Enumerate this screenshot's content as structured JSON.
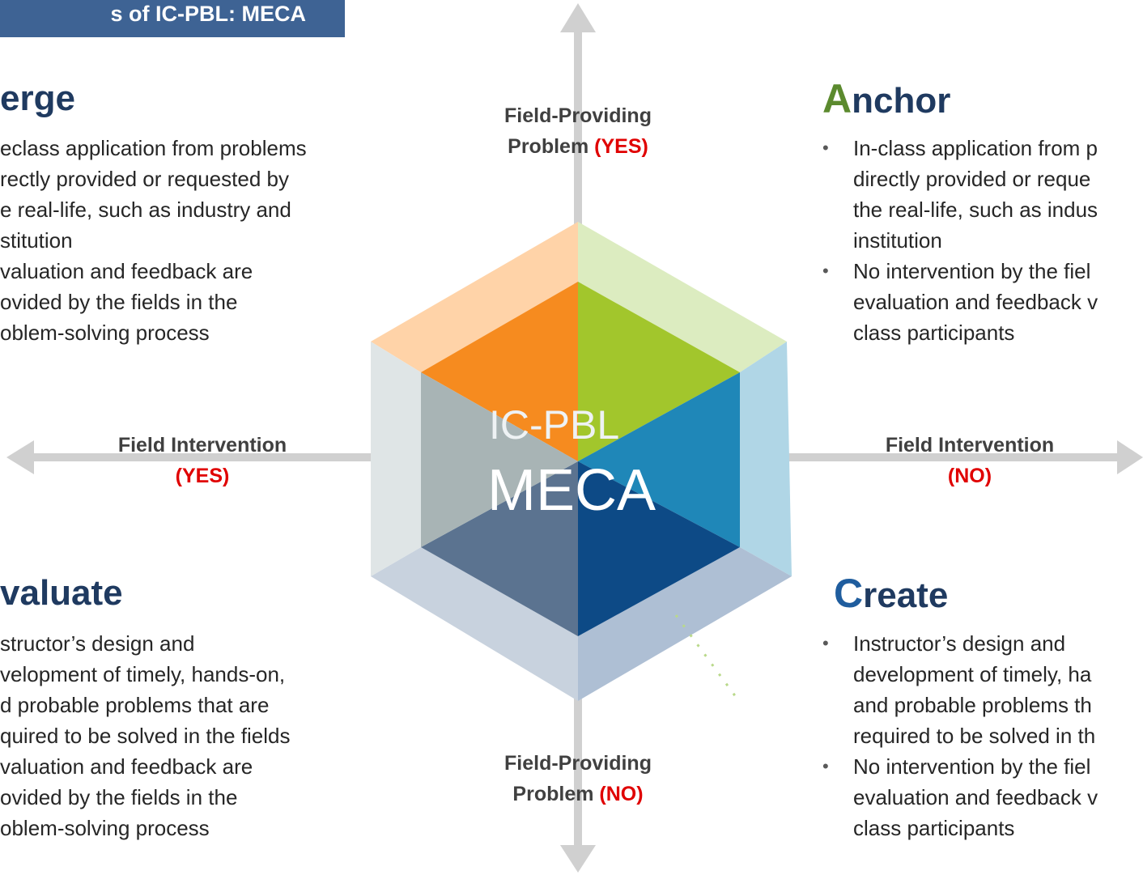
{
  "title": "s of IC-PBL: MECA",
  "center": {
    "line1": "IC-PBL",
    "line2": "MECA"
  },
  "axes": {
    "top": {
      "line1": "Field-Providing",
      "line2_prefix": "Problem ",
      "line2_highlight": "(YES)"
    },
    "bottom": {
      "line1": "Field-Providing",
      "line2_prefix": "Problem ",
      "line2_highlight": "(NO)"
    },
    "left": {
      "line1": "Field Intervention",
      "line2_highlight": "(YES)"
    },
    "right": {
      "line1": "Field Intervention",
      "line2_highlight": "(NO)"
    }
  },
  "quadrants": {
    "merge": {
      "heading": "erge",
      "lines": [
        "eclass application from problems",
        "rectly provided or requested by",
        "e real-life, such as industry and",
        "stitution",
        "valuation and feedback are",
        "ovided by the fields in the",
        "oblem-solving process"
      ]
    },
    "anchor": {
      "heading_first": "A",
      "heading_rest": "nchor",
      "bullets": [
        "In-class application from p\ndirectly provided or reque\nthe real-life, such as indus\ninstitution",
        "No intervention by the fiel\nevaluation and feedback v\nclass participants"
      ]
    },
    "evaluate": {
      "heading": "valuate",
      "lines": [
        "structor’s design and",
        "velopment of timely, hands-on,",
        "d probable problems that are",
        "quired to be solved in the fields",
        "valuation and feedback are",
        "ovided by the fields in the",
        "oblem-solving process"
      ]
    },
    "create": {
      "heading_first": "C",
      "heading_rest": "reate",
      "bullets": [
        "Instructor’s design and\ndevelopment of timely, ha\nand probable problems th\nrequired to be solved in th",
        "No intervention by the fiel\nevaluation and feedback v\nclass participants"
      ]
    }
  },
  "colors": {
    "title_bg": "#3e6394",
    "heading": "#1f3a60",
    "anchor_accent": "#5b8a2e",
    "create_accent": "#1f5d9e",
    "highlight": "#e00000",
    "axis": "#d0d0d0",
    "hex_orange": "#f68b1f",
    "hex_green": "#a2c62c",
    "hex_blue": "#1f87b8",
    "hex_navy": "#0d4a86",
    "hex_slate": "#5b7390",
    "hex_gray": "#a8b4b5"
  }
}
